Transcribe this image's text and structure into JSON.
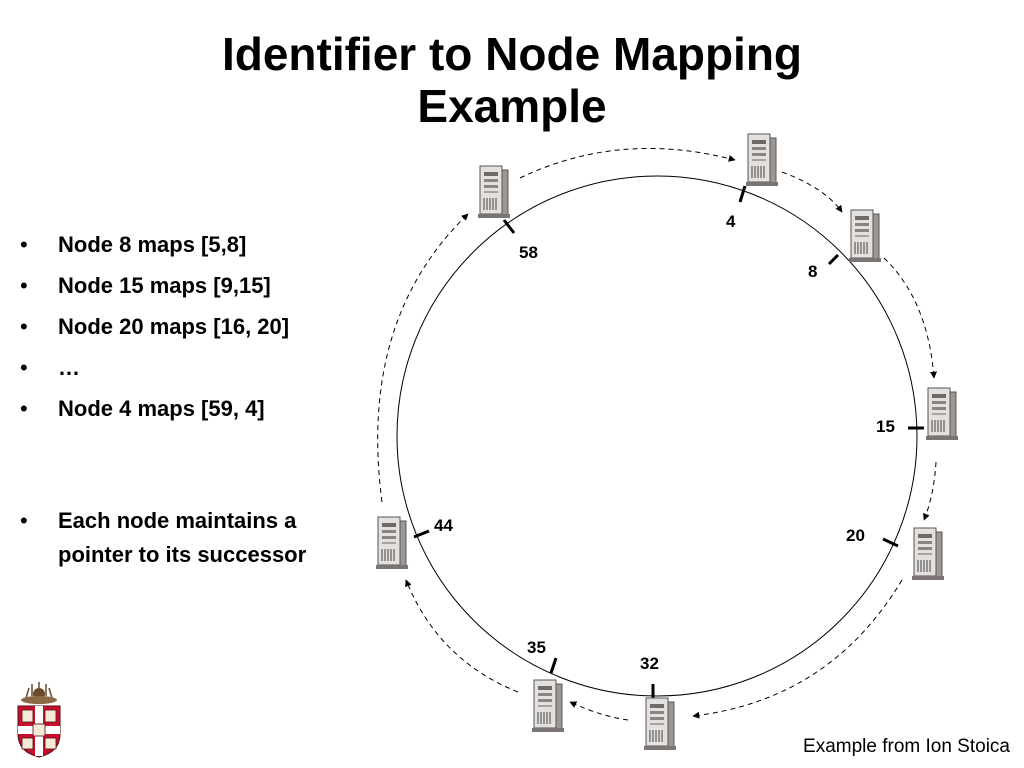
{
  "title": {
    "line1": "Identifier to Node Mapping",
    "line2": "Example"
  },
  "bullets": [
    "Node  8 maps [5,8]",
    "Node 15 maps [9,15]",
    "Node 20 maps [16, 20]",
    "…",
    "Node 4 maps [59, 4]",
    "Each node maintains a pointer to its successor"
  ],
  "ring": {
    "nodes": [
      {
        "id": "4",
        "label": "4"
      },
      {
        "id": "8",
        "label": "8"
      },
      {
        "id": "15",
        "label": "15"
      },
      {
        "id": "20",
        "label": "20"
      },
      {
        "id": "32",
        "label": "32"
      },
      {
        "id": "35",
        "label": "35"
      },
      {
        "id": "44",
        "label": "44"
      },
      {
        "id": "58",
        "label": "58"
      }
    ],
    "successor_pointers": [
      [
        "58",
        "4"
      ],
      [
        "4",
        "8"
      ],
      [
        "8",
        "15"
      ],
      [
        "15",
        "20"
      ],
      [
        "20",
        "32"
      ],
      [
        "32",
        "35"
      ],
      [
        "35",
        "44"
      ],
      [
        "44",
        "58"
      ]
    ]
  },
  "credit": "Example from Ion Stoica",
  "colors": {
    "accent": "#c8102e",
    "line": "#000000"
  },
  "icons": {
    "node": "server-tower-icon",
    "logo": "university-shield-logo"
  }
}
